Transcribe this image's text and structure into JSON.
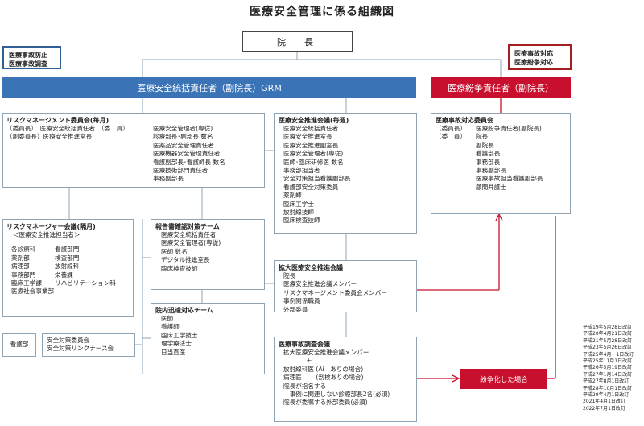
{
  "title": "医療安全管理に係る組織図",
  "director": "院　長",
  "left_note": [
    "医療事故防止",
    "医療事故調査"
  ],
  "right_note": [
    "医療事故対応",
    "医療紛争対応"
  ],
  "grm_bar": "医療安全統括責任者（副院長）GRM",
  "dispute_bar": "医療紛争責任者（副院長）",
  "risk_committee": {
    "title": "リスクマネージメント委員会(毎月)",
    "col1": [
      "（委員長）　医療安全統括責任者　（委　員）",
      "（副委員長）医療安全推進室長"
    ],
    "col2": [
      "医療安全管理者(専従)",
      "診療部長･副部長  数名",
      "医薬品安全管理責任者",
      "医療機器安全管理責任者",
      "看護副部長･看護師長  数名",
      "医療技術部門責任者",
      "事務副部長"
    ]
  },
  "risk_managers": {
    "title": "リスクマネージャー会議(隔月)",
    "subtitle": "＜医療安全推進担当者＞",
    "col1": [
      "各診療科",
      "薬剤部",
      "病理部",
      "事務部門",
      "臨床工学課",
      "医療社会事業部"
    ],
    "col2": [
      "看護部門",
      "検査部門",
      "放射線科",
      "栄養課",
      "リハビリテーション科",
      ""
    ]
  },
  "nursing": {
    "label": "看護部",
    "items": [
      "安全対策委員会",
      "安全対策リンクナース会"
    ]
  },
  "report_team": {
    "title": "報告書確認対策チーム",
    "items": [
      "医療安全統括責任者",
      "医療安全管理者(専従)",
      "医師  数名",
      "デジタル推進室長",
      "臨床検査技師"
    ]
  },
  "rapid_team": {
    "title": "院内迅速対応チーム",
    "items": [
      "医師",
      "看護師",
      "臨床工学技士",
      "理学療法士",
      "日当直医"
    ]
  },
  "weekly": {
    "title": "医療安全推進会議(毎週)",
    "items": [
      "医療安全統括責任者",
      "医療安全推進室長",
      "医療安全推進副室長",
      "医療安全管理者(専従)",
      "医師･臨床研修医  数名",
      "事務部担当者",
      "安全対策担当看護副部長",
      "看護部安全対策委員",
      "薬剤師",
      "臨床工学士",
      "放射線技師",
      "臨床検査技師"
    ]
  },
  "extended": {
    "title": "拡大医療安全推進会議",
    "items": [
      "院長",
      "医療安全推進会議メンバー",
      "リスクマネージメント委員会メンバー",
      "事例関係職員",
      "外部委員"
    ]
  },
  "investigation": {
    "title": "医療事故調査会議",
    "items": [
      "拡大医療安全推進会議メンバー",
      "＋",
      "放射線科医  (Ai　ありの場合)",
      "病理医　　 (剖検ありの場合)",
      "院長が指名する",
      "　事例に関連しない診療部長2名(必須)",
      "院長が委嘱する外部委員(必須)"
    ]
  },
  "response_committee": {
    "title": "医療事故対応委員会",
    "col1": [
      "（委員長）",
      "（委　員）"
    ],
    "col2": [
      "医療紛争責任者(副院長)",
      "院長",
      "副院長",
      "看護部長",
      "事務部長",
      "事務副部長",
      "医療事故担当看護副部長",
      "顧問弁護士"
    ]
  },
  "dispute_label": "紛争化した場合",
  "revisions": [
    "平成19年5月28日改訂",
    "平成20年4月21日改訂",
    "平成21年5月28日改訂",
    "平成23年5月26日改訂",
    "平成25年4月　1日改訂",
    "平成25年11月1日改訂",
    "平成26年5月19日改訂",
    "平成27年1月14日改訂",
    "平成27年8月1日改訂",
    "平成28年10月1日改訂",
    "平成29年4月1日改訂",
    "2021年4月1日改訂",
    "2022年7月1日改訂"
  ],
  "colors": {
    "blue": "#3a73b6",
    "red": "#c8102e",
    "dark_red": "#a51e22",
    "line": "#8fa3b3"
  }
}
